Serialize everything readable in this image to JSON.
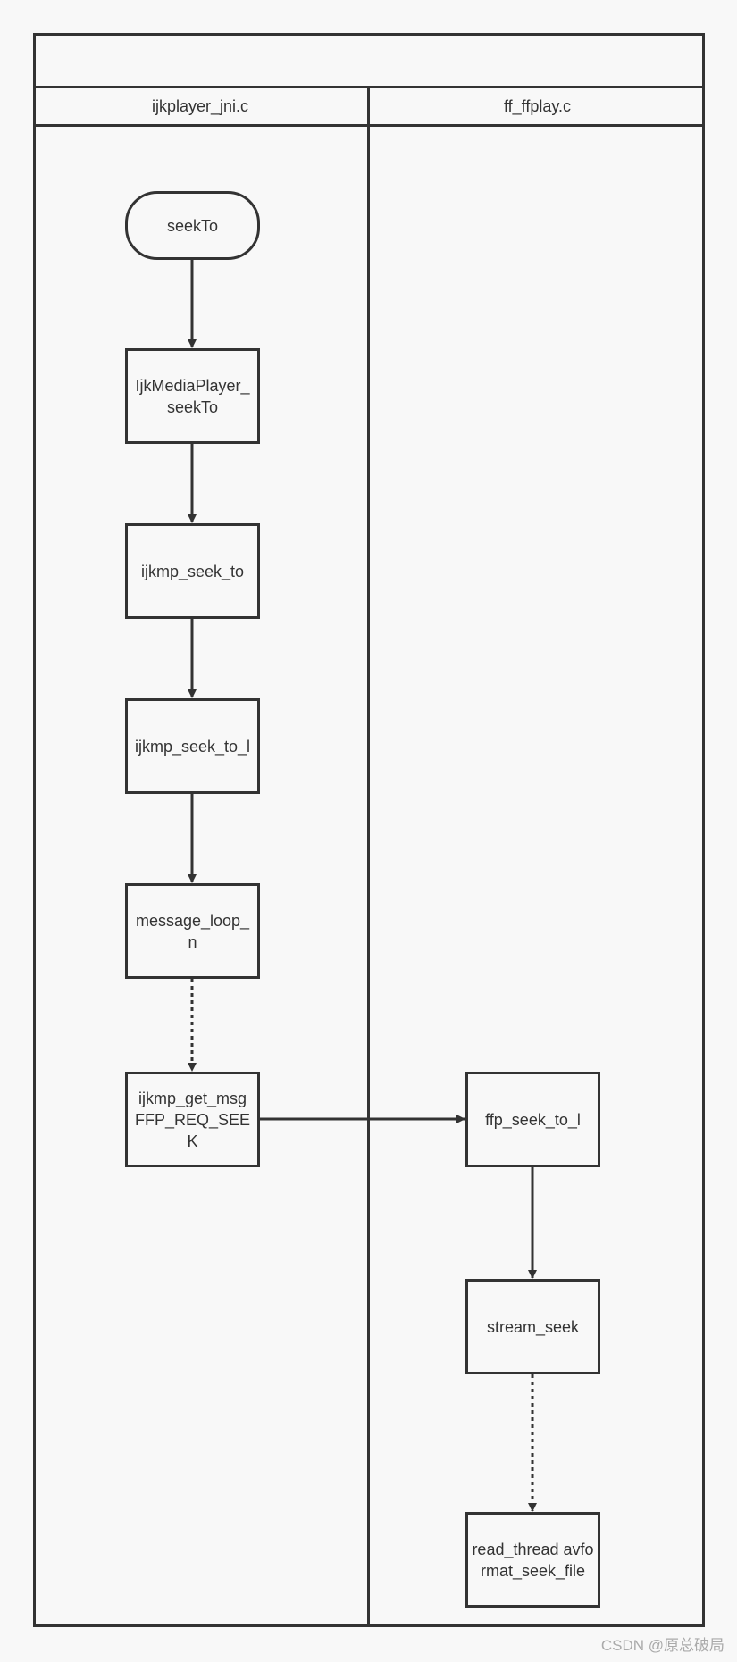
{
  "diagram": {
    "lanes": [
      {
        "id": "left",
        "title": "ijkplayer_jni.c"
      },
      {
        "id": "right",
        "title": "ff_ffplay.c"
      }
    ],
    "nodes": {
      "seekTo": "seekTo",
      "IjkMediaPlayer_seekTo": "IjkMediaPlayer_seekTo",
      "ijkmp_seek_to": "ijkmp_seek_to",
      "ijkmp_seek_to_l": "ijkmp_seek_to_l",
      "message_loop_n": "message_loop_n",
      "ijkmp_get_msg": "ijkmp_get_msg FFP_REQ_SEEK",
      "ffp_seek_to_l": "ffp_seek_to_l",
      "stream_seek": "stream_seek",
      "read_thread": "read_thread avformat_seek_file"
    },
    "edges": [
      {
        "from": "seekTo",
        "to": "IjkMediaPlayer_seekTo",
        "style": "solid"
      },
      {
        "from": "IjkMediaPlayer_seekTo",
        "to": "ijkmp_seek_to",
        "style": "solid"
      },
      {
        "from": "ijkmp_seek_to",
        "to": "ijkmp_seek_to_l",
        "style": "solid"
      },
      {
        "from": "ijkmp_seek_to_l",
        "to": "message_loop_n",
        "style": "solid"
      },
      {
        "from": "message_loop_n",
        "to": "ijkmp_get_msg",
        "style": "dotted"
      },
      {
        "from": "ijkmp_get_msg",
        "to": "ffp_seek_to_l",
        "style": "solid"
      },
      {
        "from": "ffp_seek_to_l",
        "to": "stream_seek",
        "style": "solid"
      },
      {
        "from": "stream_seek",
        "to": "read_thread",
        "style": "dotted"
      }
    ],
    "colors": {
      "stroke": "#333333",
      "background": "#f8f8f8"
    }
  },
  "watermark": "CSDN @原总破局"
}
